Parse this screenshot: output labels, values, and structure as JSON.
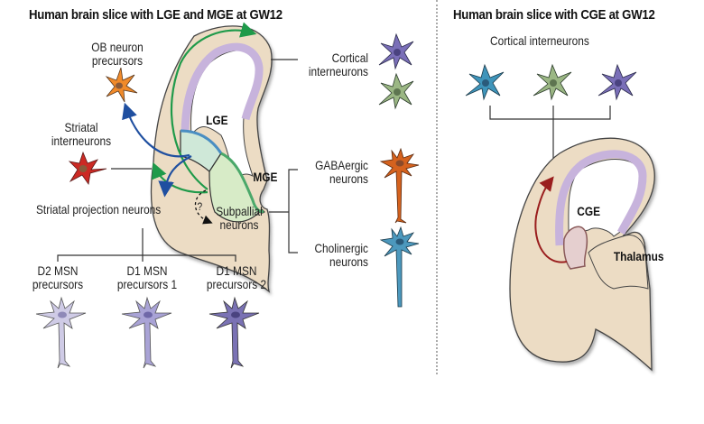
{
  "left_panel": {
    "title": "Human brain slice with LGE and MGE at GW12",
    "regions": {
      "lge": "LGE",
      "mge": "MGE"
    },
    "labels": {
      "ob_neuron_precursors": [
        "OB neuron",
        "precursors"
      ],
      "striatal_interneurons": [
        "Striatal",
        "interneurons"
      ],
      "striatal_projection_neurons": "Striatal projection neurons",
      "subpallial_neurons": [
        "Subpallial",
        "neurons"
      ],
      "cortical_interneurons": [
        "Cortical",
        "interneurons"
      ],
      "gabaergic_neurons": [
        "GABAergic",
        "neurons"
      ],
      "cholinergic_neurons": [
        "Cholinergic",
        "neurons"
      ],
      "uncertain_marker": "?"
    },
    "msn_precursors": [
      {
        "line1": "D2 MSN",
        "line2": "precursors",
        "color": "#cfcbe6"
      },
      {
        "line1": "D1 MSN",
        "line2": "precursors 1",
        "color": "#a9a3d6"
      },
      {
        "line1": "D1 MSN",
        "line2": "precursors 2",
        "color": "#7a72b4"
      }
    ],
    "neuron_colors": {
      "ob": "#f08a2a",
      "striatal_interneuron": "#cc2a24",
      "cortical_1": "#7a6fb8",
      "cortical_2": "#9bb784",
      "gabaergic": "#d5621e",
      "cholinergic": "#4c98bd"
    },
    "arrow_colors": {
      "green": "#1f9a4a",
      "blue": "#1f4fa0"
    }
  },
  "right_panel": {
    "title": "Human brain slice with CGE at GW12",
    "cortical_interneurons_label": "Cortical interneurons",
    "cortical_neuron_colors": [
      "#3f95bb",
      "#9bb784",
      "#7a6fb8"
    ],
    "regions": {
      "cge": "CGE",
      "thalamus": "Thalamus"
    },
    "arrow_color": "#9a1e1e"
  },
  "colors": {
    "tissue": "#ecdcc4",
    "ventricle_lining": "#c7b3dc",
    "lge_fill": "#cfe8d8",
    "mge_fill": "#d7ebc7",
    "cge_fill": "#e5cfcf"
  }
}
